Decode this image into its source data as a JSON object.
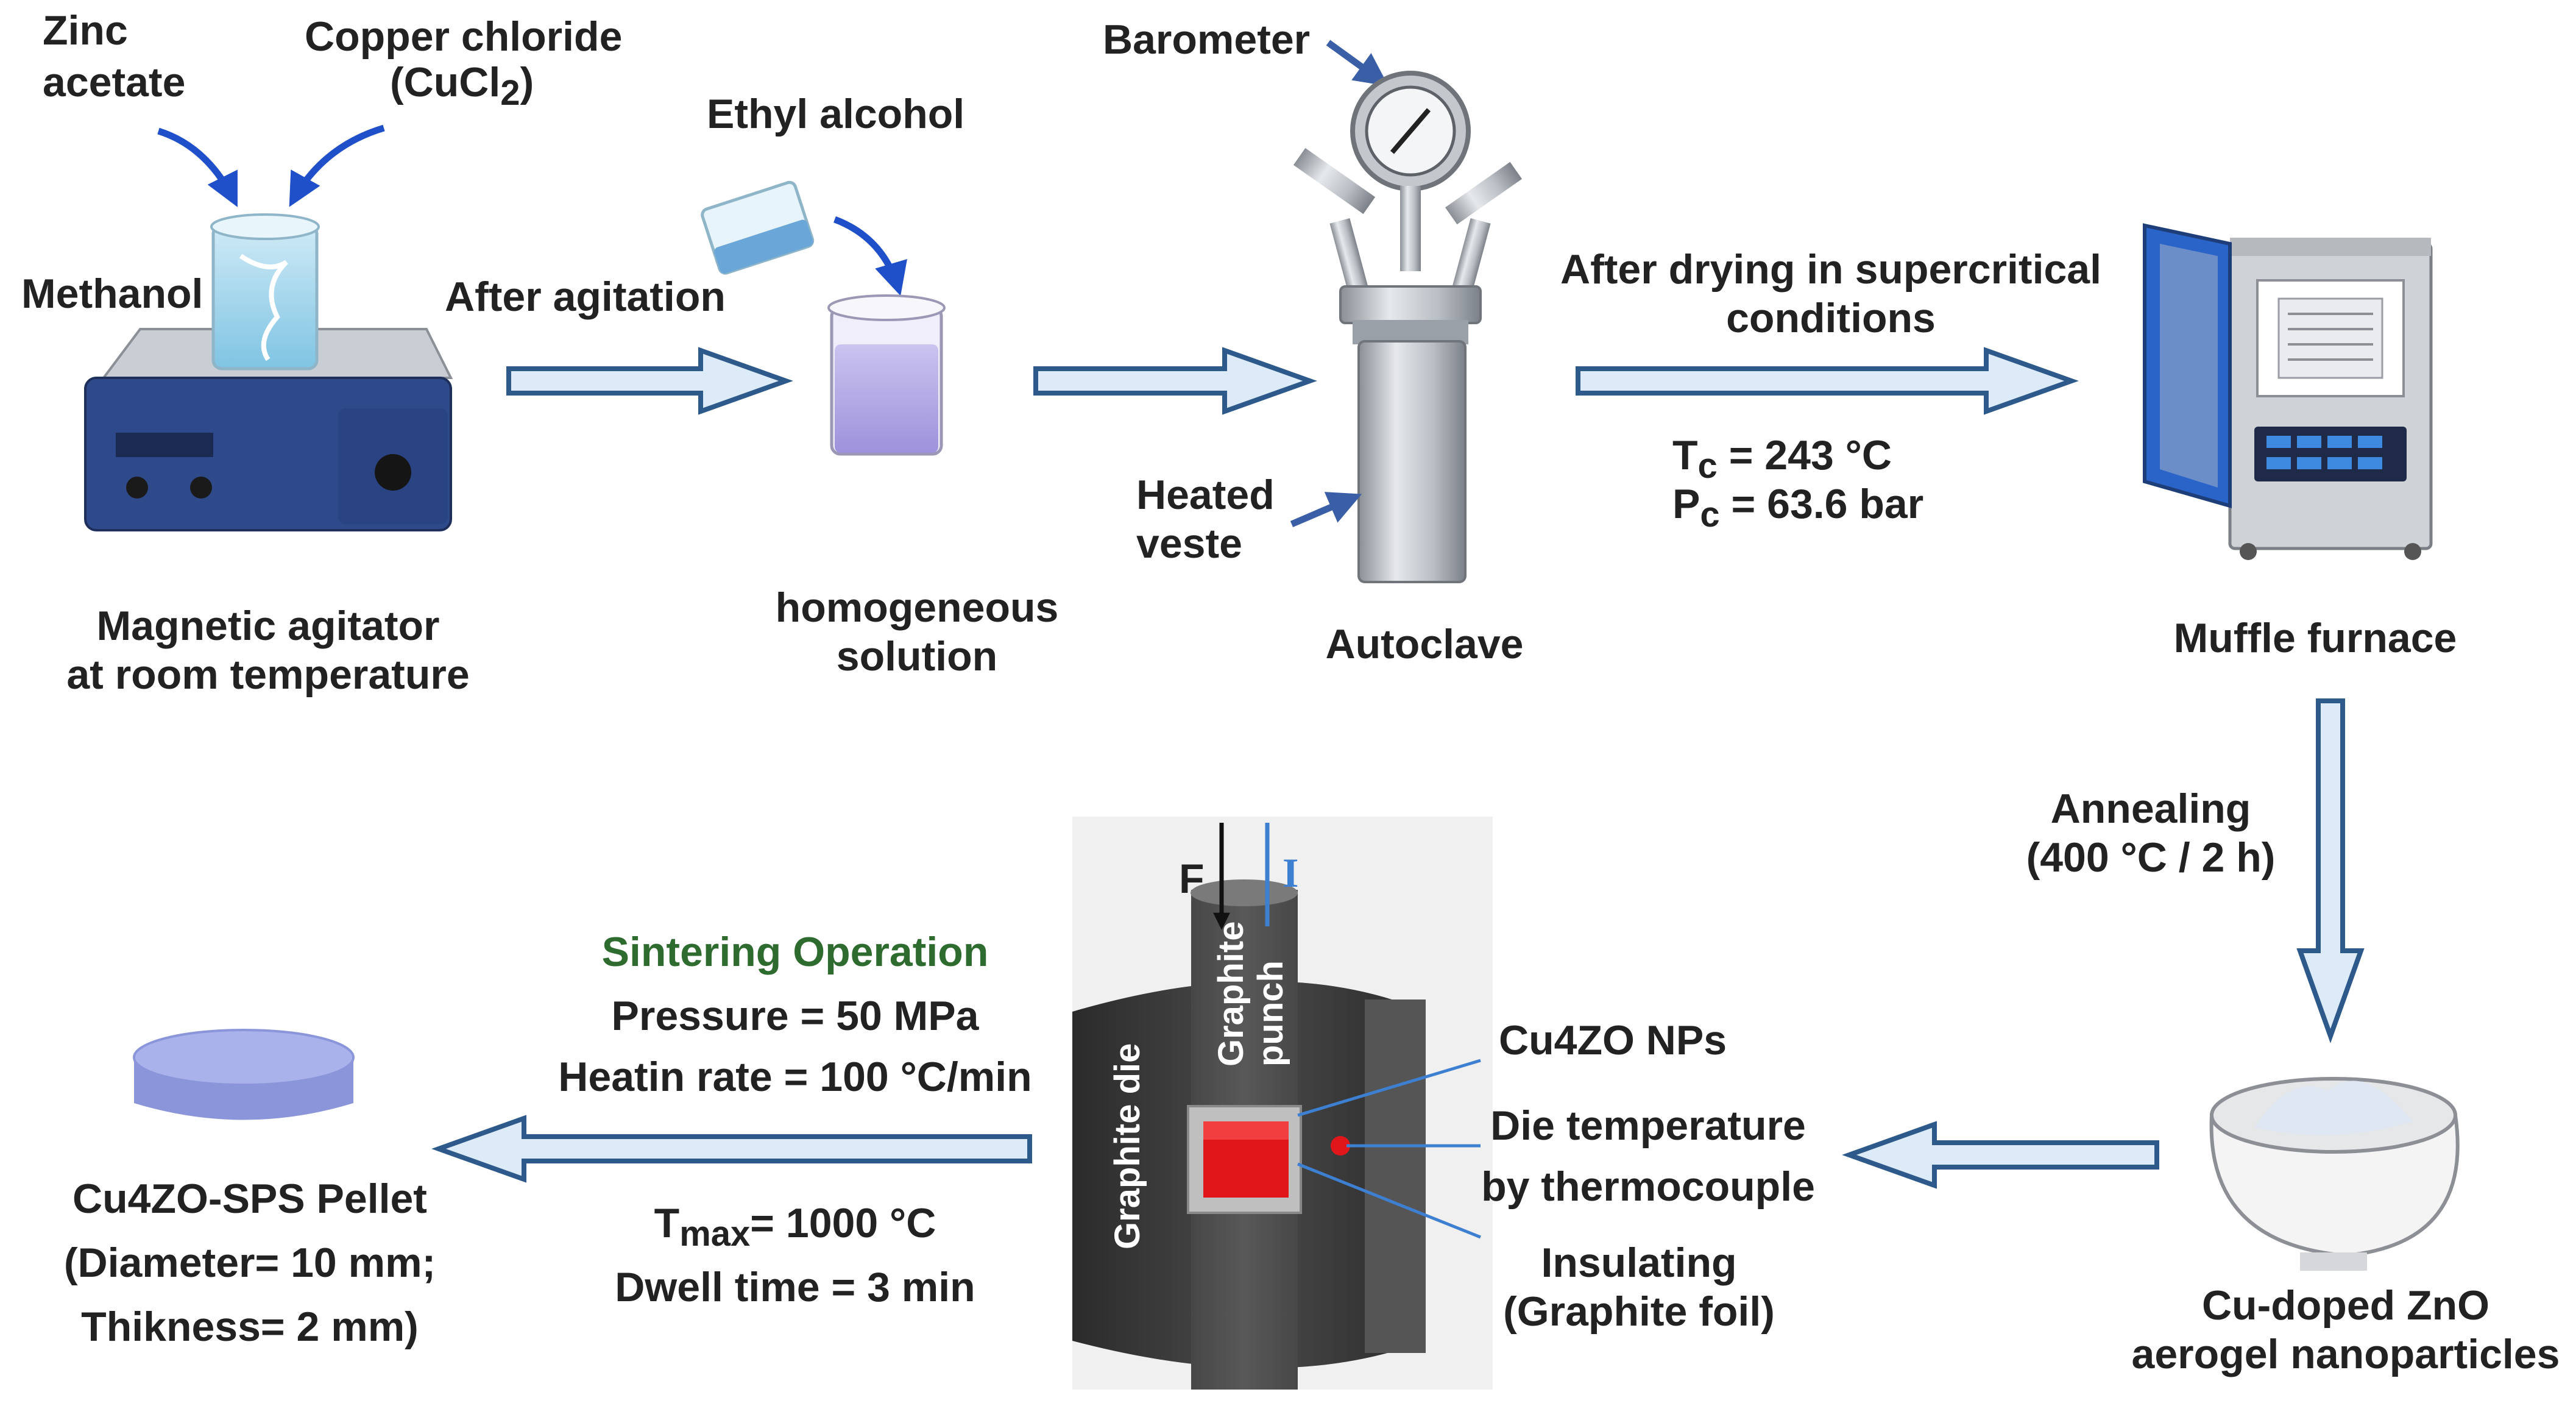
{
  "labels": {
    "zinc_acetate_1": "Zinc",
    "zinc_acetate_2": "acetate",
    "copper_chloride_1": "Copper chloride",
    "copper_chloride_2": "(CuCl",
    "copper_chloride_sub": "2",
    "copper_chloride_3": ")",
    "methanol": "Methanol",
    "magnetic_1": "Magnetic agitator",
    "magnetic_2": "at room temperature",
    "after_agitation": "After agitation",
    "ethyl_alcohol": "Ethyl alcohol",
    "homogeneous_1": "homogeneous",
    "homogeneous_2": "solution",
    "barometer": "Barometer",
    "heated_1": "Heated",
    "heated_2": "veste",
    "autoclave": "Autoclave",
    "drying_1": "After drying in supercritical",
    "drying_2": "conditions",
    "tc_main": "T",
    "tc_sub": "c",
    "tc_val": " = 243 °C",
    "pc_main": "P",
    "pc_sub": "c",
    "pc_val": " = 63.6 bar",
    "muffle": "Muffle furnace",
    "annealing_1": "Annealing",
    "annealing_2": "(400 °C / 2 h)",
    "cu_doped_1": "Cu-doped ZnO",
    "cu_doped_2": "aerogel nanoparticles",
    "cu4zo_nps": "Cu4ZO NPs",
    "die_temp_1": "Die temperature",
    "die_temp_2": "by thermocouple",
    "insulating_1": "Insulating",
    "insulating_2": "(Graphite foil)",
    "force": "F",
    "current": "I",
    "graphite_punch_1": "Graphite",
    "graphite_punch_2": "punch",
    "graphite_die": "Graphite die",
    "sintering_title": "Sintering Operation",
    "pressure": "Pressure = 50 MPa",
    "heating_rate": "Heatin rate = 100 °C/min",
    "tmax_main": "T",
    "tmax_sub": "max",
    "tmax_val": "= 1000 °C",
    "dwell": "Dwell time = 3 min",
    "pellet_1": "Cu4ZO-SPS Pellet",
    "pellet_2": "(Diameter= 10 mm;",
    "pellet_3": "Thikness= 2 mm)"
  },
  "colors": {
    "arrow_fill": "#ddeaf7",
    "arrow_stroke": "#2d5a8a",
    "pointer_blue": "#1f4fc9",
    "sintering_green": "#2e6b2e",
    "graphite": "#3a3a3a",
    "sample_red": "#e0161b"
  }
}
